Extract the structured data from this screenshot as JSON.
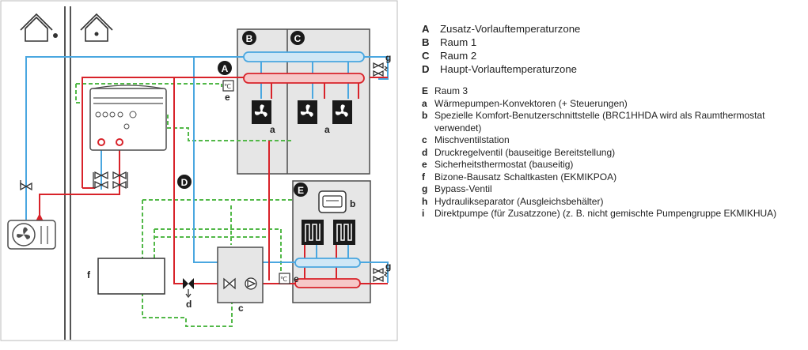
{
  "diagram": {
    "markers": {
      "A": "A",
      "B": "B",
      "C": "C",
      "D": "D",
      "E": "E",
      "a1": "a",
      "a2": "a",
      "b": "b",
      "c": "c",
      "d": "d",
      "e1": "e",
      "e2": "e",
      "f": "f",
      "g1": "g",
      "g2": "g"
    },
    "thermostat_label": "℃",
    "colors": {
      "supply": "#d8232a",
      "return": "#4aa7e0",
      "control": "#52b848",
      "room_fill": "#e6e6e6",
      "outline": "#4d4d4d",
      "marker_fill": "#1a1a1a"
    },
    "icons": [
      "house-icon",
      "fan-convector-icon",
      "heat-pump-icon",
      "underfloor-loop-icon",
      "thermostat-icon",
      "valve-icon",
      "pump-icon"
    ]
  },
  "legend": {
    "zones": [
      {
        "key": "A",
        "text": "Zusatz-Vorlauftemperaturzone"
      },
      {
        "key": "B",
        "text": "Raum 1"
      },
      {
        "key": "C",
        "text": "Raum 2"
      },
      {
        "key": "D",
        "text": "Haupt-Vorlauftemperaturzone"
      }
    ],
    "items": [
      {
        "key": "E",
        "text": "Raum 3"
      },
      {
        "key": "a",
        "text": "Wärmepumpen-Konvektoren (+ Steuerungen)"
      },
      {
        "key": "b",
        "text": "Spezielle Komfort-Benutzerschnittstelle (BRC1HHDA wird als Raumthermostat verwendet)"
      },
      {
        "key": "c",
        "text": "Mischventilstation"
      },
      {
        "key": "d",
        "text": "Druckregelventil (bauseitige Bereitstellung)"
      },
      {
        "key": "e",
        "text": "Sicherheitsthermostat (bauseitig)"
      },
      {
        "key": "f",
        "text": "Bizone-Bausatz Schaltkasten (EKMIKPOA)"
      },
      {
        "key": "g",
        "text": "Bypass-Ventil"
      },
      {
        "key": "h",
        "text": "Hydraulikseparator (Ausgleichsbehälter)"
      },
      {
        "key": "i",
        "text": "Direktpumpe (für Zusatzzone) (z. B. nicht gemischte Pumpengruppe EKMIKHUA)"
      }
    ]
  }
}
